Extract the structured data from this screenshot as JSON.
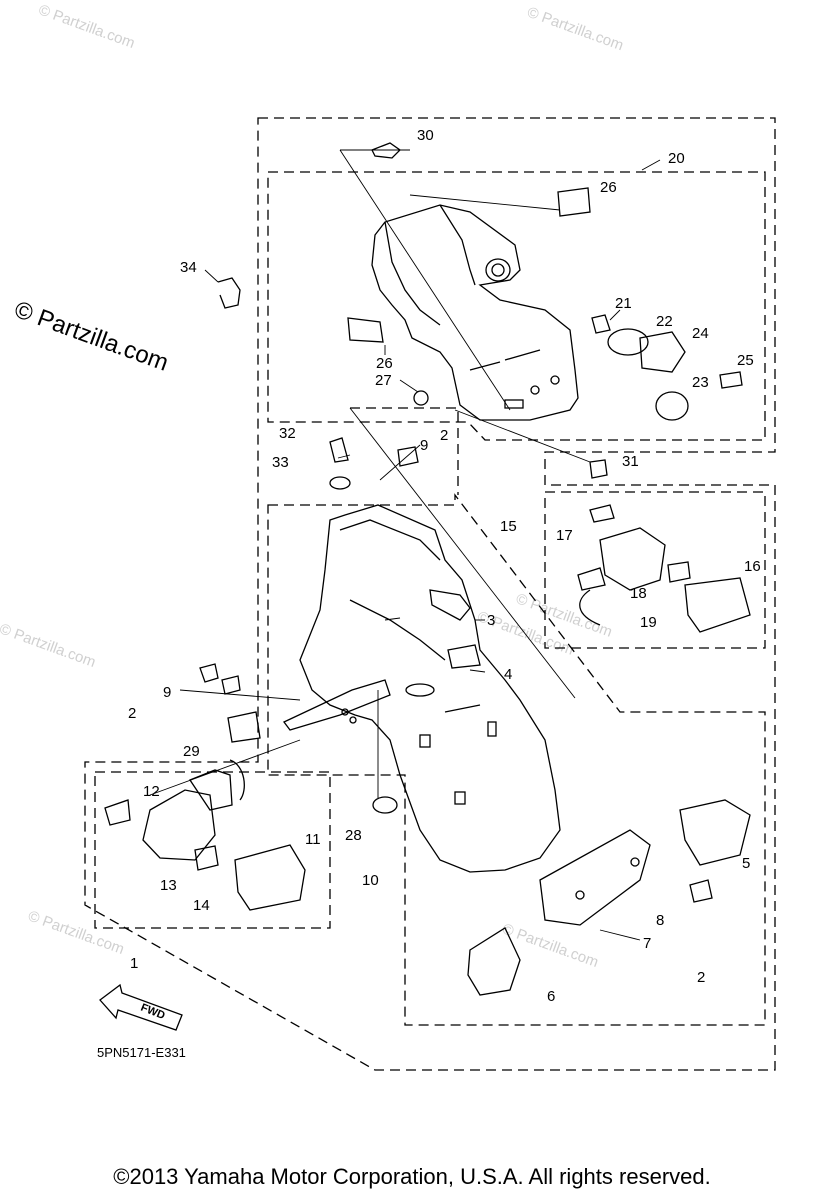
{
  "watermark": "© Partzilla.com",
  "side_watermark": "© Partzilla.com",
  "diagram_code": "5PN5171-E331",
  "fwd_label": "FWD",
  "copyright": "©2013  Yamaha Motor Corporation, U.S.A. All rights reserved.",
  "callouts": [
    "30",
    "20",
    "26",
    "34",
    "21",
    "22",
    "24",
    "26",
    "25",
    "27",
    "23",
    "32",
    "9",
    "2",
    "33",
    "31",
    "15",
    "17",
    "16",
    "3",
    "18",
    "19",
    "4",
    "9",
    "2",
    "29",
    "12",
    "11",
    "28",
    "5",
    "13",
    "14",
    "10",
    "8",
    "7",
    "1",
    "2",
    "6"
  ]
}
